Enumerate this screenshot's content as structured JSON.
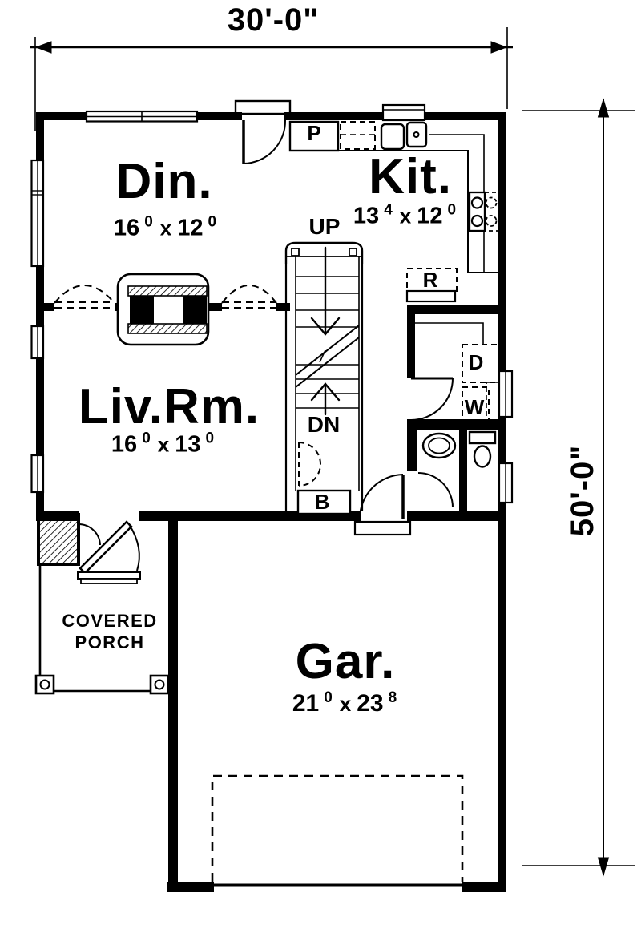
{
  "dimensions": {
    "width": "30'-0\"",
    "depth": "50'-0\""
  },
  "rooms": {
    "dining": {
      "name": "Din.",
      "size": {
        "w": "16",
        "w_sup": "0",
        "sep": "x",
        "d": "12",
        "d_sup": "0"
      }
    },
    "kitchen": {
      "name": "Kit.",
      "size": {
        "w": "13",
        "w_sup": "4",
        "sep": "x",
        "d": "12",
        "d_sup": "0"
      }
    },
    "living": {
      "name": "Liv.Rm.",
      "size": {
        "w": "16",
        "w_sup": "0",
        "sep": "x",
        "d": "13",
        "d_sup": "0"
      }
    },
    "garage": {
      "name": "Gar.",
      "size": {
        "w": "21",
        "w_sup": "0",
        "sep": "x",
        "d": "23",
        "d_sup": "8"
      }
    },
    "porch": {
      "name_line1": "COVERED",
      "name_line2": "PORCH"
    }
  },
  "stairs": {
    "up_label": "UP",
    "down_label": "DN"
  },
  "fixtures": {
    "pantry_label": "P",
    "refrigerator_label": "R",
    "dryer_label": "D",
    "washer_label": "W",
    "bench_label": "B"
  },
  "colors": {
    "ink": "#000000",
    "paper": "#ffffff"
  }
}
